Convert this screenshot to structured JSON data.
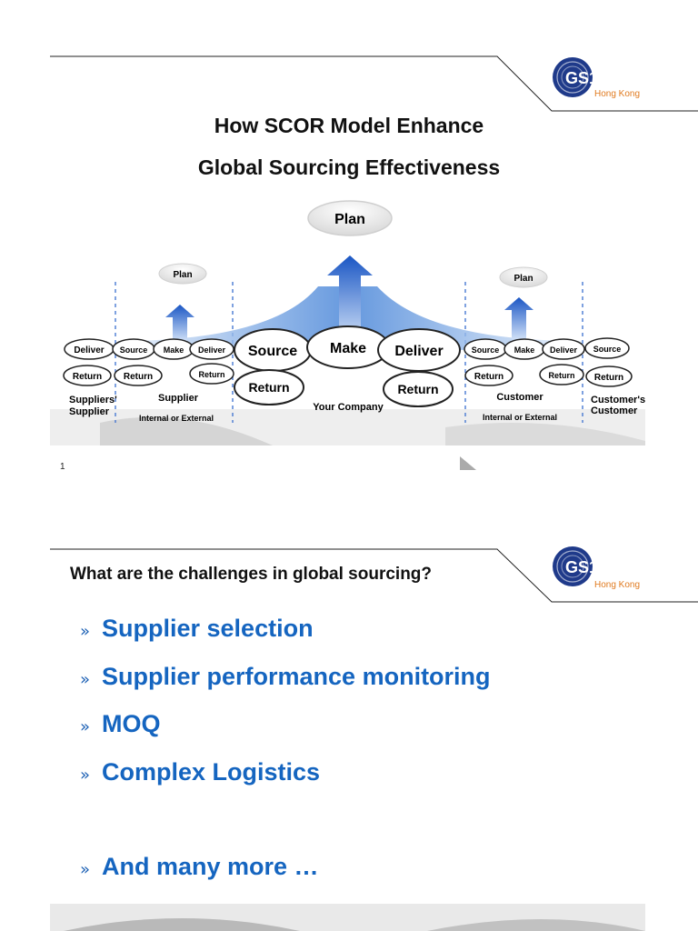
{
  "slide1": {
    "logo": {
      "mark": "GS1",
      "sub": "Hong Kong"
    },
    "title_line1": "How SCOR Model Enhance",
    "title_line2": "Global Sourcing Effectiveness",
    "diagram": {
      "plan_main": "Plan",
      "plan_left": "Plan",
      "plan_right": "Plan",
      "source_big": "Source",
      "make_big": "Make",
      "deliver_big": "Deliver",
      "return_big_left": "Return",
      "return_big_right": "Return",
      "ss_deliver": "Deliver",
      "ss_return": "Return",
      "ss_label_line1": "Suppliers'",
      "ss_label_line2": "Supplier",
      "sup_source": "Source",
      "sup_make": "Make",
      "sup_deliver": "Deliver",
      "sup_return_left": "Return",
      "sup_return_right": "Return",
      "sup_label": "Supplier",
      "sup_sublabel": "Internal or External",
      "company_label": "Your Company",
      "cus_source": "Source",
      "cus_make": "Make",
      "cus_deliver": "Deliver",
      "cus_return_left": "Return",
      "cus_return_right": "Return",
      "cus_label": "Customer",
      "cus_sublabel": "Internal or External",
      "cc_source": "Source",
      "cc_return": "Return",
      "cc_label_line1": "Customer's",
      "cc_label_line2": "Customer"
    },
    "page_number": "1"
  },
  "slide2": {
    "logo": {
      "mark": "GS1",
      "sub": "Hong Kong"
    },
    "question": "What are the challenges in global sourcing?",
    "bullet_mark": "»",
    "bullets": [
      "Supplier selection",
      "Supplier performance monitoring",
      "MOQ",
      "Complex Logistics",
      "And many more …"
    ]
  },
  "colors": {
    "accent_blue": "#1565c0",
    "logo_blue": "#1f3a8a",
    "logo_orange": "#e07a1f"
  }
}
